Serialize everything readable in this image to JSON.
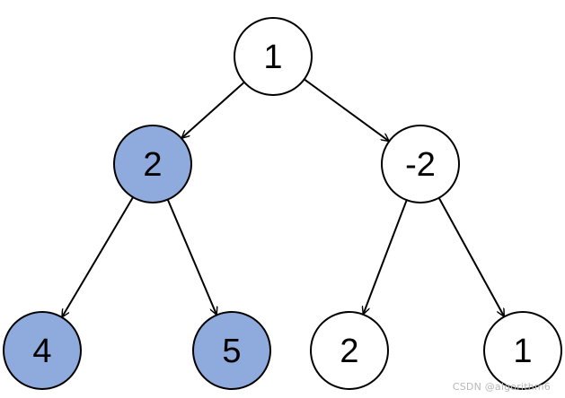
{
  "diagram": {
    "colors": {
      "highlight": "#8faadc",
      "plain": "#ffffff",
      "stroke": "#000000"
    },
    "nodes": [
      {
        "id": "n1",
        "value": "1",
        "highlighted": false
      },
      {
        "id": "n2",
        "value": "2",
        "highlighted": true
      },
      {
        "id": "n3",
        "value": "-2",
        "highlighted": false
      },
      {
        "id": "n4",
        "value": "4",
        "highlighted": true
      },
      {
        "id": "n5",
        "value": "5",
        "highlighted": true
      },
      {
        "id": "n6",
        "value": "2",
        "highlighted": false
      },
      {
        "id": "n7",
        "value": "1",
        "highlighted": false
      }
    ],
    "edges": [
      {
        "from": "n1",
        "to": "n2"
      },
      {
        "from": "n1",
        "to": "n3"
      },
      {
        "from": "n2",
        "to": "n4"
      },
      {
        "from": "n2",
        "to": "n5"
      },
      {
        "from": "n3",
        "to": "n6"
      },
      {
        "from": "n3",
        "to": "n7"
      }
    ]
  },
  "watermark": {
    "text": "CSDN @algorithm6"
  }
}
